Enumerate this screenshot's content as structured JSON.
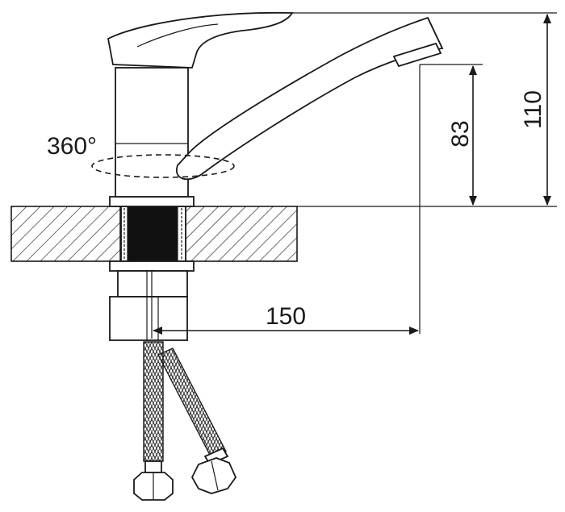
{
  "dimensions": {
    "rotation_label": "360°",
    "spout_height_label": "83",
    "total_height_label": "110",
    "spout_reach_label": "150"
  },
  "colors": {
    "line": "#1a1a1a",
    "background": "#ffffff",
    "thread_fill": "#111111"
  }
}
